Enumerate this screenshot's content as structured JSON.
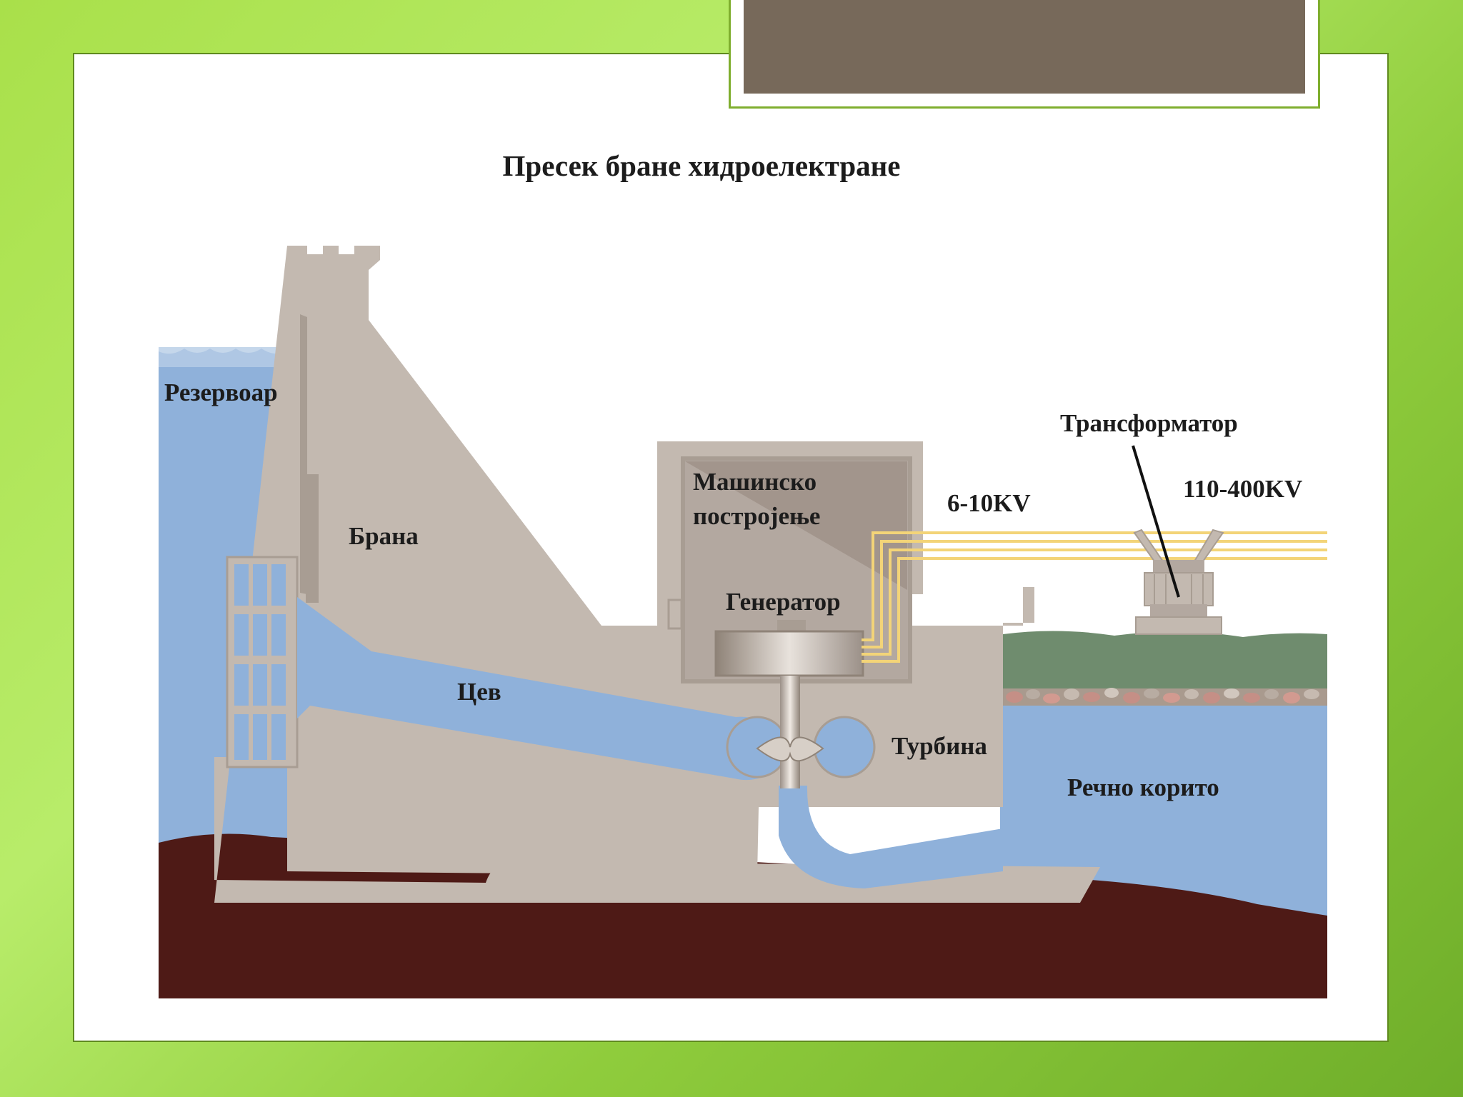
{
  "slide": {
    "title_tab_color": "#77695a",
    "frame_border_color": "#5f8a1e"
  },
  "diagram": {
    "title": "Пресек бране хидроелектране",
    "labels": {
      "reservoir": "Резервоар",
      "dam": "Брана",
      "machine_room_line1": "Машинско",
      "machine_room_line2": "постројење",
      "generator": "Генератор",
      "pipe": "Цев",
      "turbine": "Турбина",
      "transformer": "Трансформатор",
      "voltage_low": "6-10KV",
      "voltage_high": "110-400KV",
      "river_bed": "Речно корито"
    },
    "colors": {
      "water": "#8fb1da",
      "water_light": "#9dbde3",
      "concrete": "#c3b9b0",
      "concrete_dark": "#a89d93",
      "ground": "#4e1a16",
      "grass": "#6f8c6e",
      "cables": "#f3d478"
    }
  }
}
